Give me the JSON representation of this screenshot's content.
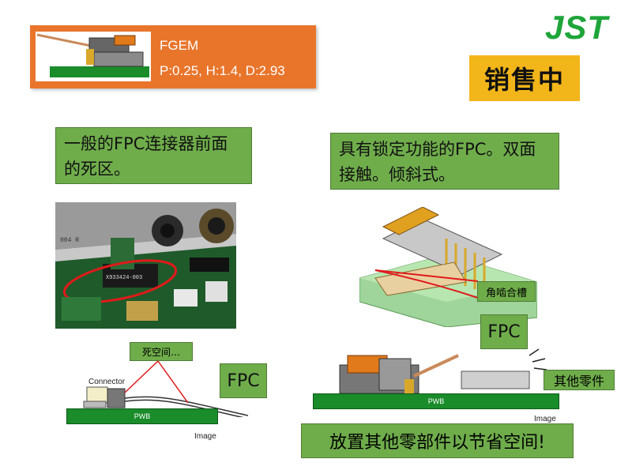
{
  "header": {
    "product": "FGEM",
    "spec": "P:0.25, H:1.4, D:2.93"
  },
  "logo": "JST",
  "badge": "销售中",
  "left": {
    "caption": "一般的FPC连接器前面的死区。",
    "dead_label": "死空间…",
    "connector_label": "Connector",
    "fpc_label": "FPC",
    "pwb_label": "PWB",
    "image_label": "Image",
    "photo_marking": "X933424-003"
  },
  "right": {
    "caption": "具有锁定功能的FPC。双面接触。倾斜式。",
    "groove_label": "角啮合槽",
    "fpc_label": "FPC",
    "other_label": "其他零件",
    "pwb_label": "PWB",
    "image_label": "Image",
    "bottom_caption": "放置其他零部件以节省空间!"
  },
  "colors": {
    "banner": "#e9752b",
    "logo": "#1ea53a",
    "badge": "#f2b51a",
    "green_box": "#6fad4b",
    "pwb": "#1a8c2a"
  }
}
